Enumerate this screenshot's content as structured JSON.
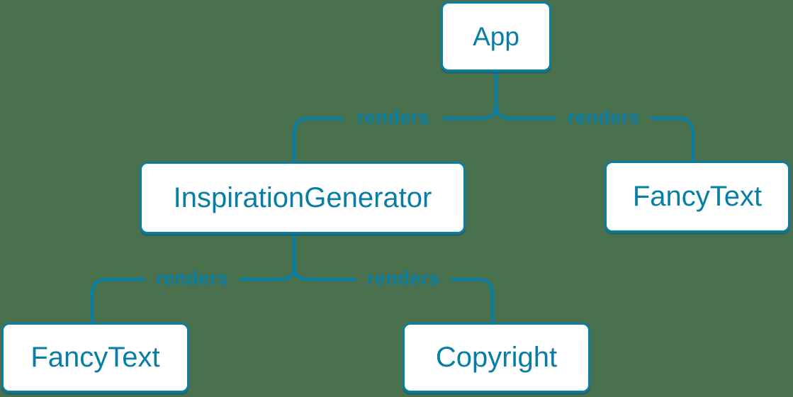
{
  "diagram": {
    "title": "react-component-render-tree",
    "colors": {
      "background": "#49714E",
      "accent": "#087EA4",
      "node_fill": "#FFFFFF"
    },
    "nodes": {
      "app": {
        "label": "App"
      },
      "inspiration_generator": {
        "label": "InspirationGenerator"
      },
      "fancy_text_right": {
        "label": "FancyText"
      },
      "fancy_text_left": {
        "label": "FancyText"
      },
      "copyright": {
        "label": "Copyright"
      }
    },
    "edges": [
      {
        "from": "App",
        "to": "InspirationGenerator",
        "label": "renders"
      },
      {
        "from": "App",
        "to": "FancyText",
        "label": "renders"
      },
      {
        "from": "InspirationGenerator",
        "to": "FancyText",
        "label": "renders"
      },
      {
        "from": "InspirationGenerator",
        "to": "Copyright",
        "label": "renders"
      }
    ]
  }
}
